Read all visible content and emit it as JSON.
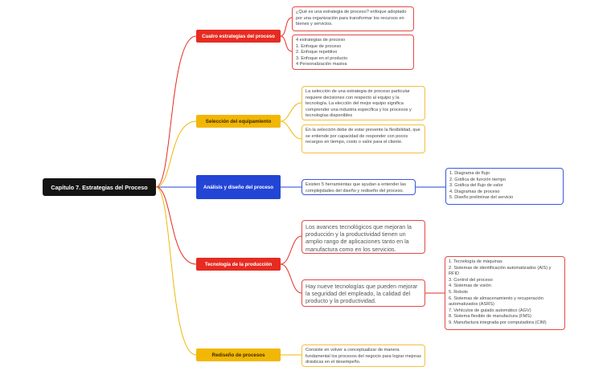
{
  "root": {
    "label": "Capítulo 7. Estrategias del Proceso"
  },
  "colors": {
    "red": "#e62b22",
    "yellow": "#f2b705",
    "blue": "#2345d6",
    "root": "#141414"
  },
  "topics": [
    {
      "label": "Cuatro estrategias del proceso",
      "notes": [
        "¿Qué es una estrategia de proceso? enfoque adoptado por una organización para transformar los recursos en bienes y servicios.",
        "4 estrategias de proceso\n1. Enfoque de proceso\n2. Enfoque repetitivo\n3. Enfoque en el producto\n4 Personalización masiva"
      ]
    },
    {
      "label": "Selección del equipamiento",
      "notes": [
        "La selección de una estrategia de proceso particular requiere decisiones con respecto al equipo y la tecnología. La elección del mejor equipo significa comprender una industria específica y los procesos y tecnologías disponibles",
        "En la selección debe de estar presente la flexibilidad, que se entiende por capacidad de responder con pocos recargos en tiempo, costo o valor para el cliente."
      ]
    },
    {
      "label": "Análisis y diseño del proceso",
      "notes": [
        "Existen 5 herramientas que ayudan a entender las complejidades del diseño y rediseño del proceso."
      ],
      "subnote": "1. Diagrama de flujo\n2. Gráfica de función tiempo\n3. Gráfica del flujo de valor\n4. Diagramas de proceso\n5. Diseño preliminar del servicio"
    },
    {
      "label": "Tecnología de la producción",
      "notes": [
        "Los avances tecnológicos que mejoran la producción y la productividad tienen un amplio rango de aplicaciones tanto en la manufactura como en los servicios.",
        "Hay nueve tecnologías que pueden mejorar la seguridad del empleado, la calidad del producto y la productividad."
      ],
      "subnote": "1. Tecnología de máquinas\n2. Sistemas de identificación automatizados (AIS) y RFID\n3. Control del proceso\n4. Sistemas de visión\n5. Robots\n6. Sistemas de almacenamiento y recuperación automatizados (ASRS)\n7. Vehículos de guiado automático (AGV)\n8. Sistema flexible de manufactura (FMS)\n9. Manufactura integrada por computadora (CIM)"
    },
    {
      "label": "Rediseño de procesos",
      "notes": [
        "Consiste en volver a conceptualizar de manera fundamental los procesos del negocio para lograr mejoras drásticas en el desempeño."
      ]
    }
  ]
}
